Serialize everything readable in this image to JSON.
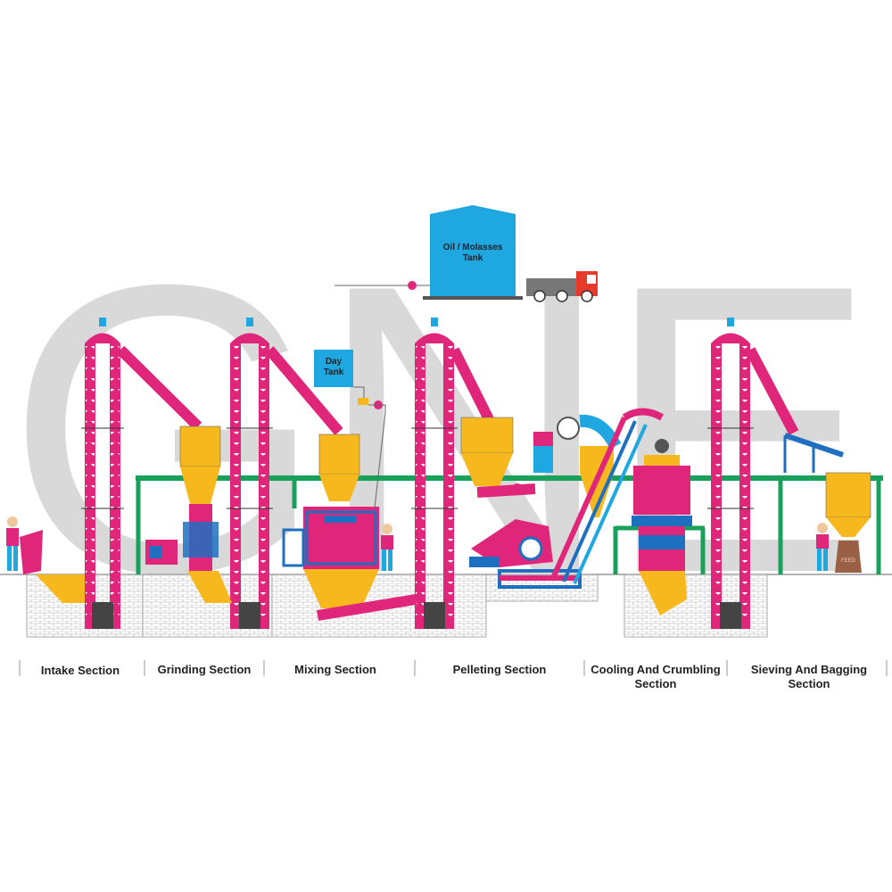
{
  "watermark": {
    "text": "GNE",
    "color": "#d9d9d9"
  },
  "tanks": {
    "oil_molasses": {
      "label_line1": "Oil / Molasses",
      "label_line2": "Tank"
    },
    "day": {
      "label_line1": "Day",
      "label_line2": "Tank"
    }
  },
  "sections": [
    {
      "line1": "Intake Section",
      "line2": ""
    },
    {
      "line1": "Grinding Section",
      "line2": ""
    },
    {
      "line1": "Mixing Section",
      "line2": ""
    },
    {
      "line1": "Pelleting Section",
      "line2": ""
    },
    {
      "line1": "Cooling And Crumbling",
      "line2": "Section"
    },
    {
      "line1": "Sieving And Bagging",
      "line2": "Section"
    }
  ],
  "bag_label": "FEED",
  "colors": {
    "elevator": "#e0267a",
    "hopper": "#f7b81e",
    "cyan": "#1ea7e1",
    "blue": "#1e6fbf",
    "green_frame": "#19a05a",
    "truck_red": "#e83a2a",
    "ground": "#bbbbbb"
  }
}
